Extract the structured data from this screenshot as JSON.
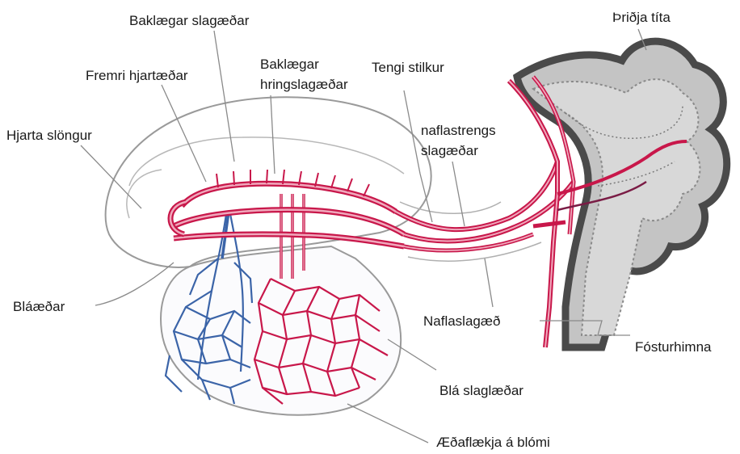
{
  "labels": {
    "baklaegar_slagaedar": "Baklægar slagæðar",
    "fremri_hjartaedar": "Fremri hjartæðar",
    "baklaegar_hringslagaedar_1": "Baklægar",
    "baklaegar_hringslagaedar_2": "hringslagæðar",
    "tengi_stilkur": "Tengi stilkur",
    "thridja_tita": "Þriðja títa",
    "hjarta_slongur": "Hjarta slöngur",
    "naflastrengs_1": "naflastrengs",
    "naflastrengs_2": "slagæðar",
    "blaaedar": "Bláæðar",
    "naflaslagaed": "Naflaslagæð",
    "fosturhimna": "Fósturhimna",
    "bla_slaglaedar": "Blá slaglæðar",
    "aedaflaekja": "Æðaflækja á blómi"
  },
  "colors": {
    "artery": "#c8174a",
    "artery_light": "#f0a8bc",
    "vein": "#3b64a8",
    "outline": "#9a9a9a",
    "tissue_dark": "#4a4a4a",
    "tissue_light": "#c4c4c4",
    "leader": "#8a8a8a"
  }
}
